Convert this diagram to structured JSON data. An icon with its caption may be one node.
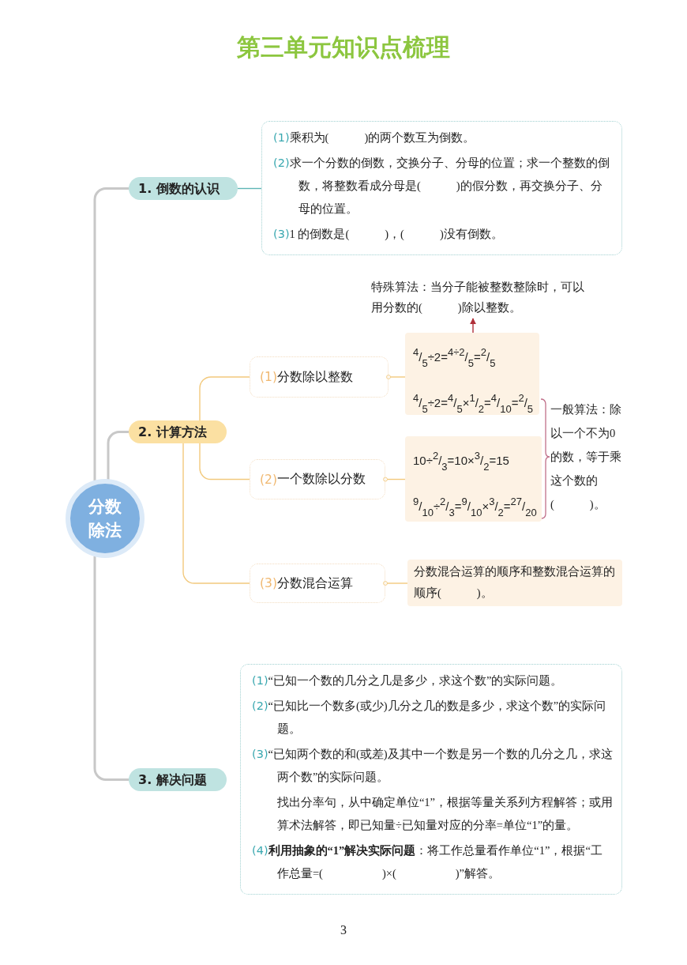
{
  "diagram": {
    "title": "第三单元知识点梳理",
    "nodes": [
      {
        "text": [
          "分数除法"
        ]
      },
      {
        "text": [
          "1. 倒数的认识"
        ]
      },
      {
        "text": [
          "(1)乘积为(　　　)的两个数互为倒数。",
          "(2)求一个分数的倒数，交换分子、分母的位置；求一个整数的倒数，将整数看成分母是(　　　)的假分数，再交换分子、分母的位置。",
          "(3)1 的倒数是(　　　)，(　　　)没有倒数。"
        ]
      },
      {
        "text": [
          "2. 计算方法"
        ]
      },
      {
        "text": [
          "(1)分数除以整数"
        ]
      },
      {
        "text": [
          "$^{4}$/$_{5}$÷2=$^{4÷2}$/$_{5}$=$^{2}$/$_{5}$",
          "$^{4}$/$_{5}$÷2=$^{4}$/$_{5}$×$^{1}$/$_{2}$=$^{4}$/$_{10}$=$^{2}$/$_{5}$"
        ]
      },
      {
        "text": [
          "(2)一个数除以分数"
        ]
      },
      {
        "text": [
          "10÷$^{2}$/$_{3}$=10×$^{3}$/$_{2}$=15",
          "$^{9}$/$_{10}$÷$^{2}$/$_{3}$=$^{9}$/$_{10}$×$^{3}$/$_{2}$=$^{27}$/$_{20}$"
        ]
      },
      {
        "text": [
          "(3)分数混合运算"
        ]
      },
      {
        "text": [
          "分数混合运算的顺序和整数混合运算的顺序(　　　)。"
        ]
      },
      {
        "text": [
          "特殊算法：当分子能被整数整除时，可以用分数的(　　　)除以整数。"
        ]
      },
      {
        "text": [
          "3. 解决问题"
        ]
      },
      {
        "text": [
          "(1)“已知一个数的几分之几是多少，求这个数”的实际问题。",
          "(2)“已知比一个数多(或少)几分之几的数是多少，求这个数”的实际问题。",
          "(3)“已知两个数的和(或差)及其中一个数是另一个数的几分之几，求这两个数”的实际问题。",
          "找出分率句，从中确定单位“1”，根据等量关系列方程解答；或用算术法解答，即已知量÷已知量对应的分率=单位“1”的量。",
          "(4)**利用抽象的“1”解决实际问题**：将工作总量看作单位“1”，根据“工作总量=(　　　　　)×(　　　　　)”解答。"
        ]
      }
    ],
    "edges": [
      {
        "from": 0,
        "to": 1,
        "arrow": "none",
        "color": "#c8c8c8"
      },
      {
        "from": 0,
        "to": 3,
        "arrow": "none",
        "color": "#c8c8c8"
      },
      {
        "from": 0,
        "to": 11,
        "arrow": "none",
        "color": "#c8c8c8"
      },
      {
        "from": 1,
        "to": 2,
        "arrow": "none",
        "color": "#5fb5b5"
      },
      {
        "from": 3,
        "to": 4,
        "arrow": "none"
      },
      {
        "from": 3,
        "to": 6,
        "arrow": "none"
      },
      {
        "from": 3,
        "to": 8,
        "arrow": "none"
      },
      {
        "from": 4,
        "to": 5,
        "arrow": "other"
      },
      {
        "from": 6,
        "to": 7,
        "arrow": "other"
      },
      {
        "from": 8,
        "to": 9,
        "arrow": "other"
      },
      {
        "from": 5,
        "to": 10,
        "arrow": "to",
        "color": "#b0303a"
      }
    ],
    "labels": [
      "一般算法：除以一个不为0的数，等于乘这个数的(　　　)。",
      "3"
    ]
  }
}
